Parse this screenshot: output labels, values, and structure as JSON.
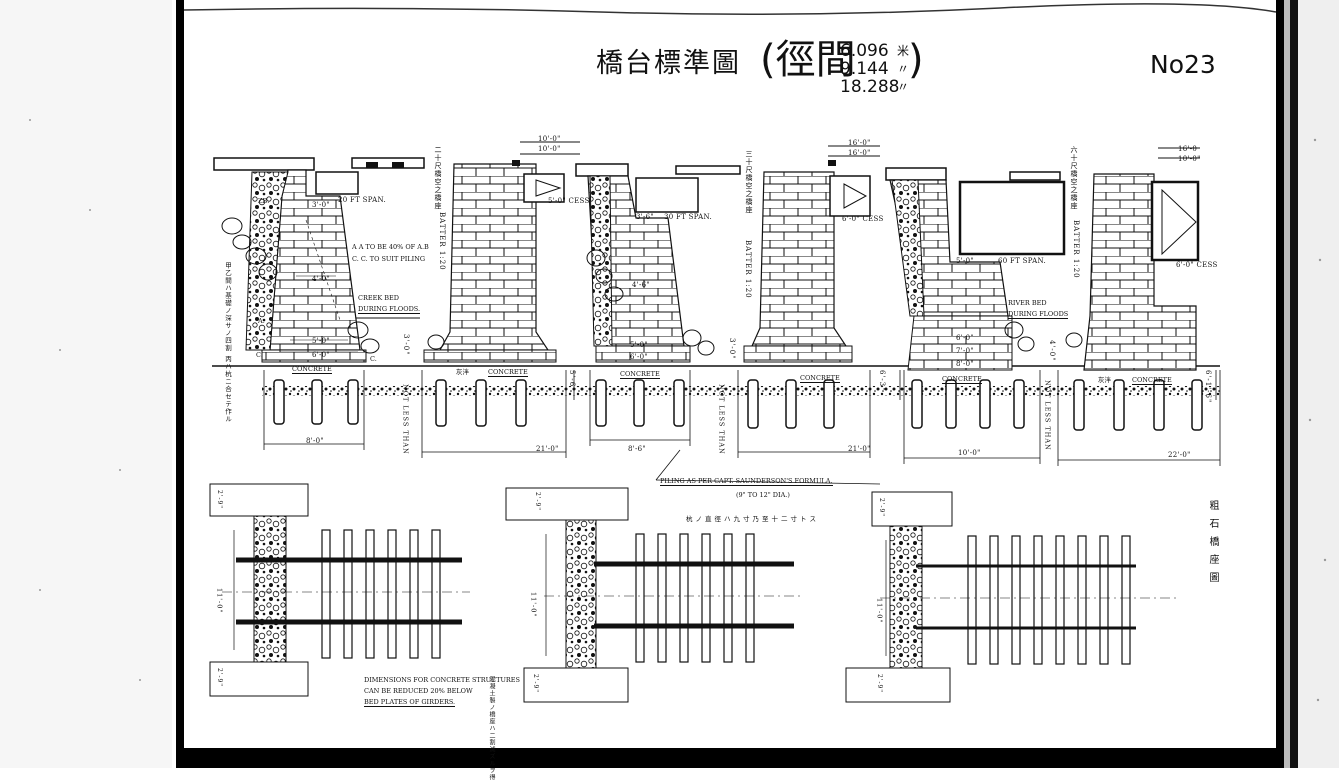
{
  "title": "橋台標準圖",
  "subtitle_open": "(徑間",
  "subtitle_close": ")",
  "span_values": [
    "6.096",
    "9.144",
    "18.288"
  ],
  "span_units": [
    "米",
    "〃",
    "〃"
  ],
  "sheet_number": "No23",
  "elevations": [
    {
      "height_label": "二十尺橋空之橋座",
      "span_label": "20 FT SPAN.",
      "top_width": [
        "10'-0\"",
        "10'-0\""
      ],
      "seat_width": "3'-0\"",
      "step_widths": [
        "4'-0\"",
        "5'-0\"",
        "6'-0\""
      ],
      "footing_width": "8'-0\"",
      "pile_width": "21'-0\"",
      "batter": "BATTER 1:20",
      "depth": "3'-0\"",
      "pile_depth": "5'-6\"",
      "cess": "5'-0\" CESS"
    },
    {
      "height_label": "三十尺橋空之橋座",
      "span_label": "30 FT SPAN.",
      "top_width": [
        "16'-0\"",
        "16'-0\""
      ],
      "seat_width": "3'-6\"",
      "step_widths": [
        "4'-6\"",
        "5'-0\"",
        "6'-0\""
      ],
      "footing_width": "8'-6\"",
      "pile_width": "21'-0\"",
      "batter": "BATTER 1:20",
      "depth": "3'-0\"",
      "pile_depth": "6'-3\"",
      "cess": "6'-0\" CESS"
    },
    {
      "height_label": "六十尺橋空之橋座",
      "span_label": "60 FT SPAN.",
      "top_width": [
        "16'-0",
        "10'-0\""
      ],
      "seat_width": "5'-0\"",
      "step_widths": [
        "6'-0\"",
        "7'-0\"",
        "8'-0\""
      ],
      "footing_width": "10'-0\"",
      "pile_width": "22'-0\"",
      "batter": "BATTER 1:20",
      "depth": "4'-0\"",
      "pile_depth": "6'-1'-6\"",
      "cess": "6'-0\" CESS"
    }
  ],
  "notes": {
    "ab_note": "A A TO BE 40% OF A.B",
    "cc_note": "C. C. TO SUIT PILING",
    "points": [
      "ZB.",
      "A.",
      "C.",
      "C."
    ],
    "jp_left": "甲乙間ハ基礎ノ深サノ四割 丙ハ杭ニ合セテ作ル",
    "creek_bed": [
      "CREEK BED",
      "DURING FLOODS."
    ],
    "river_bed": [
      "RIVER BED",
      "DURING FLOODS"
    ],
    "concrete": "CONCRETE",
    "concrete_jp": "灰泮",
    "not_less_than": "NOT LESS THAN",
    "piling": "PILING AS PER CAPT. SAUNDERSON'S FORMULA.",
    "piling_dia": "(9\" TO 12\" DIA.)",
    "piling_jp": "杭ノ直徑ハ九寸乃至十二寸トス",
    "dim_note": [
      "DIMENSIONS FOR CONCRETE STRUCTURES",
      "CAN BE REDUCED 20% BELOW",
      "BED PLATES OF GIRDERS."
    ],
    "dim_note_jp": "混凝土製ノ橋座ハ二割減ズルヲ得",
    "plan_width": "11'-0\"",
    "plan_wing": "2'-9\"",
    "side_jp": "粗石橋座圖"
  }
}
